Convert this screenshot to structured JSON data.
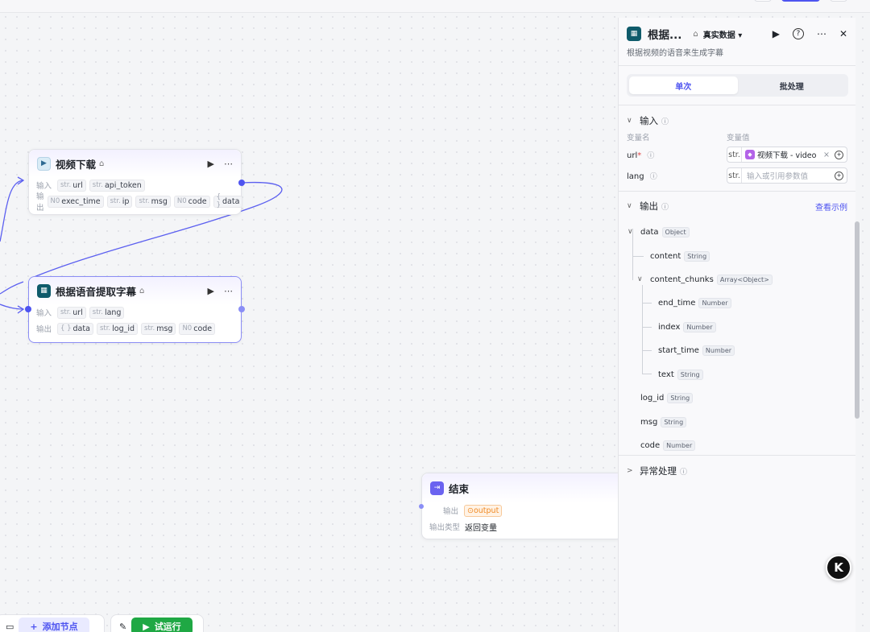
{
  "node_download": {
    "title": "视频下载",
    "input_label": "输入",
    "output_label": "输出",
    "inputs": [
      {
        "type": "str.",
        "name": "url"
      },
      {
        "type": "str.",
        "name": "api_token"
      }
    ],
    "outputs": [
      {
        "type": "N0",
        "name": "exec_time"
      },
      {
        "type": "str.",
        "name": "ip"
      },
      {
        "type": "str.",
        "name": "msg"
      },
      {
        "type": "N0",
        "name": "code"
      },
      {
        "type": "{ }",
        "name": "data"
      }
    ]
  },
  "node_subtitle": {
    "title": "根据语音提取字幕",
    "input_label": "输入",
    "output_label": "输出",
    "inputs": [
      {
        "type": "str.",
        "name": "url"
      },
      {
        "type": "str.",
        "name": "lang"
      }
    ],
    "outputs": [
      {
        "type": "{ }",
        "name": "data"
      },
      {
        "type": "str.",
        "name": "log_id"
      },
      {
        "type": "str.",
        "name": "msg"
      },
      {
        "type": "N0",
        "name": "code"
      }
    ]
  },
  "node_end": {
    "title": "结束",
    "output_label": "输出",
    "output_var": "output",
    "output_type_label": "输出类型",
    "output_type_value": "返回变量"
  },
  "panel": {
    "title": "根据...",
    "mode": "真实数据",
    "description": "根据视频的语音来生成字幕",
    "tabs": [
      "单次",
      "批处理"
    ],
    "input_section": "输入",
    "col_name": "变量名",
    "col_value": "变量值",
    "inputs": [
      {
        "name": "url",
        "required": "*",
        "type": "str.",
        "ref_text": "视频下载 - video",
        "placeholder": ""
      },
      {
        "name": "lang",
        "required": "",
        "type": "str.",
        "ref_text": "",
        "placeholder": "输入或引用参数值"
      }
    ],
    "output_section": "输出",
    "view_example": "查看示例",
    "outputs": [
      {
        "name": "data",
        "type": "Object"
      },
      {
        "name": "content",
        "type": "String"
      },
      {
        "name": "content_chunks",
        "type": "Array<Object>"
      },
      {
        "name": "end_time",
        "type": "Number"
      },
      {
        "name": "index",
        "type": "Number"
      },
      {
        "name": "start_time",
        "type": "Number"
      },
      {
        "name": "text",
        "type": "String"
      },
      {
        "name": "log_id",
        "type": "String"
      },
      {
        "name": "msg",
        "type": "String"
      },
      {
        "name": "code",
        "type": "Number"
      }
    ],
    "exception_section": "异常处理"
  },
  "toolbar": {
    "add_node": "添加节点",
    "test_run": "试运行"
  },
  "badge": {
    "letter": "K"
  },
  "icons": [
    "play-icon",
    "more-icon",
    "close-icon",
    "help-icon",
    "info-icon",
    "chevron-down-icon",
    "chevron-right-icon",
    "bot-icon",
    "wrench-icon",
    "minimap-icon"
  ],
  "colors": {
    "accent": "#4e54f0",
    "run_green": "#1fa844",
    "edge": "#5b5ff0"
  }
}
